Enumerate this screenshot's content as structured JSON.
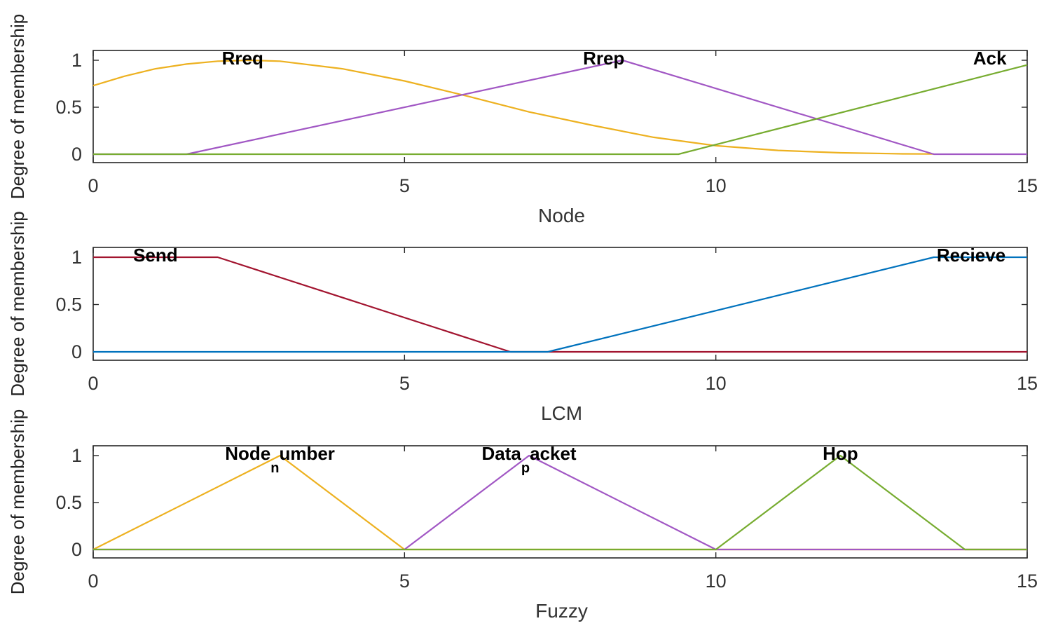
{
  "chart_data": [
    {
      "type": "line",
      "xlabel": "Node",
      "ylabel": "Degree of membership",
      "xlim": [
        0,
        15
      ],
      "ylim": [
        0,
        1
      ],
      "xticks": [
        "0",
        "5",
        "10",
        "15"
      ],
      "yticks": [
        "0",
        "0.5",
        "1"
      ],
      "series": [
        {
          "name": "Rreq",
          "color": "#EDB120",
          "x": [
            0,
            0.5,
            1,
            1.5,
            2,
            2.5,
            3,
            4,
            5,
            6,
            7,
            8,
            9,
            10,
            11,
            12,
            13,
            13.5
          ],
          "y": [
            0.73,
            0.83,
            0.91,
            0.96,
            0.99,
            1.0,
            0.99,
            0.91,
            0.78,
            0.62,
            0.45,
            0.31,
            0.18,
            0.09,
            0.04,
            0.015,
            0.004,
            0.002
          ]
        },
        {
          "name": "Rrep",
          "color": "#A157C4",
          "x": [
            0,
            1.5,
            8.5,
            13.5,
            15
          ],
          "y": [
            0,
            0,
            1,
            0,
            0
          ]
        },
        {
          "name": "Ack",
          "color": "#77AC30",
          "x": [
            0,
            9.4,
            15
          ],
          "y": [
            0,
            0,
            0.95
          ]
        }
      ],
      "mf_labels": [
        {
          "text": "Rreq",
          "x": 2.4
        },
        {
          "text": "Rrep",
          "x": 8.2
        },
        {
          "text": "Ack",
          "x": 14.4
        }
      ]
    },
    {
      "type": "line",
      "xlabel": "LCM",
      "ylabel": "Degree of membership",
      "xlim": [
        0,
        15
      ],
      "ylim": [
        0,
        1
      ],
      "xticks": [
        "0",
        "5",
        "10",
        "15"
      ],
      "yticks": [
        "0",
        "0.5",
        "1"
      ],
      "series": [
        {
          "name": "Send",
          "color": "#A2142F",
          "x": [
            0,
            2,
            6.7,
            15
          ],
          "y": [
            1,
            1,
            0,
            0
          ]
        },
        {
          "name": "Recieve",
          "color": "#0072BD",
          "x": [
            0,
            7.3,
            13.5,
            15
          ],
          "y": [
            0,
            0,
            1,
            1
          ]
        }
      ],
      "mf_labels": [
        {
          "text": "Send",
          "x": 1.0
        },
        {
          "text": "Recieve",
          "x": 14.1
        }
      ]
    },
    {
      "type": "line",
      "xlabel": "Fuzzy",
      "ylabel": "Degree of membership",
      "xlim": [
        0,
        15
      ],
      "ylim": [
        0,
        1
      ],
      "xticks": [
        "0",
        "5",
        "10",
        "15"
      ],
      "yticks": [
        "0",
        "0.5",
        "1"
      ],
      "series": [
        {
          "name": "Node_number",
          "color": "#EDB120",
          "x": [
            0,
            3,
            5,
            15
          ],
          "y": [
            0,
            1,
            0,
            0
          ]
        },
        {
          "name": "Data_packet",
          "color": "#A157C4",
          "x": [
            0,
            5,
            7,
            10,
            15
          ],
          "y": [
            0,
            0,
            1,
            0,
            0
          ]
        },
        {
          "name": "Hop",
          "color": "#77AC30",
          "x": [
            0,
            10,
            12,
            14,
            15
          ],
          "y": [
            0,
            0,
            1,
            0,
            0
          ]
        }
      ],
      "mf_labels": [
        {
          "text": "Node",
          "sub": "n",
          "rest": "umber",
          "x": 3.0
        },
        {
          "text": "Data",
          "sub": "p",
          "rest": "acket",
          "x": 7.0
        },
        {
          "text": "Hop",
          "x": 12.0
        }
      ]
    }
  ]
}
